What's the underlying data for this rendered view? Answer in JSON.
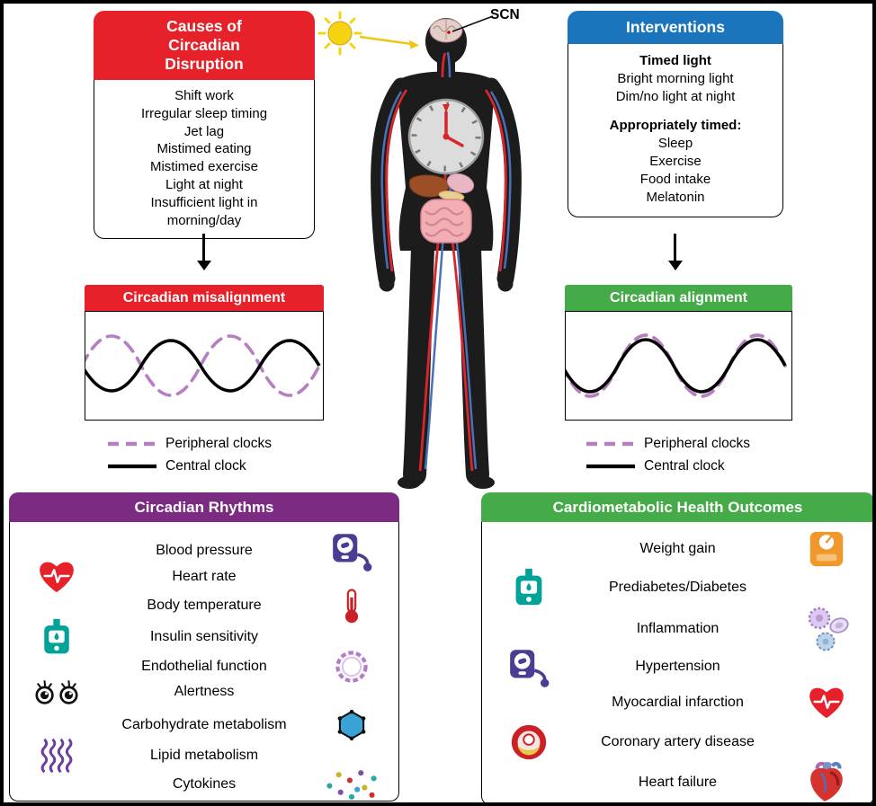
{
  "colors": {
    "red": "#e62129",
    "blue": "#1b75bc",
    "green": "#45ab49",
    "purple": "#7c2b83",
    "wave_purple": "#b57fc0",
    "teal": "#00a39a",
    "orange": "#f0982b"
  },
  "scn": {
    "label": "SCN"
  },
  "causes_box": {
    "title": "Causes of Circadian Disruption",
    "items": [
      "Shift work",
      "Irregular sleep timing",
      "Jet lag",
      "Mistimed eating",
      "Mistimed exercise",
      "Light at night",
      "Insufficient light in morning/day"
    ]
  },
  "interventions_box": {
    "title": "Interventions",
    "timed_light_heading": "Timed light",
    "timed_light_items": [
      "Bright morning light",
      "Dim/no light at night"
    ],
    "timed_heading": "Appropriately timed:",
    "timed_items": [
      "Sleep",
      "Exercise",
      "Food intake",
      "Melatonin"
    ]
  },
  "misalignment_panel": {
    "title": "Circadian misalignment"
  },
  "alignment_panel": {
    "title": "Circadian alignment"
  },
  "legend": {
    "peripheral": "Peripheral clocks",
    "central": "Central clock"
  },
  "rhythms_box": {
    "title": "Circadian Rhythms",
    "rows": [
      {
        "label": "Blood pressure",
        "icon": "blood-pressure-monitor-icon",
        "side": "right"
      },
      {
        "label": "Heart rate",
        "icon": "heart-ecg-icon",
        "side": "left"
      },
      {
        "label": "Body temperature",
        "icon": "thermometer-icon",
        "side": "right"
      },
      {
        "label": "Insulin sensitivity",
        "icon": "glucose-meter-icon",
        "side": "left"
      },
      {
        "label": "Endothelial function",
        "icon": "vessel-ring-icon",
        "side": "right"
      },
      {
        "label": "Alertness",
        "icon": "eyes-icon",
        "side": "left"
      },
      {
        "label": "Carbohydrate metabolism",
        "icon": "glucose-molecule-icon",
        "side": "right"
      },
      {
        "label": "Lipid metabolism",
        "icon": "lipid-chains-icon",
        "side": "left"
      },
      {
        "label": "Cytokines",
        "icon": "cytokine-dots-icon",
        "side": "right"
      }
    ]
  },
  "outcomes_box": {
    "title": "Cardiometabolic Health Outcomes",
    "rows": [
      {
        "label": "Weight gain",
        "icon": "weight-scale-icon",
        "side": "right"
      },
      {
        "label": "Prediabetes/Diabetes",
        "icon": "glucose-meter-icon",
        "side": "left"
      },
      {
        "label": "Inflammation",
        "icon": "immune-cells-icon",
        "side": "right"
      },
      {
        "label": "Hypertension",
        "icon": "blood-pressure-monitor-icon",
        "side": "left"
      },
      {
        "label": "Myocardial infarction",
        "icon": "heart-ecg-icon",
        "side": "right"
      },
      {
        "label": "Coronary artery disease",
        "icon": "artery-cross-section-icon",
        "side": "left"
      },
      {
        "label": "Heart failure",
        "icon": "anatomical-heart-icon",
        "side": "right"
      }
    ]
  }
}
